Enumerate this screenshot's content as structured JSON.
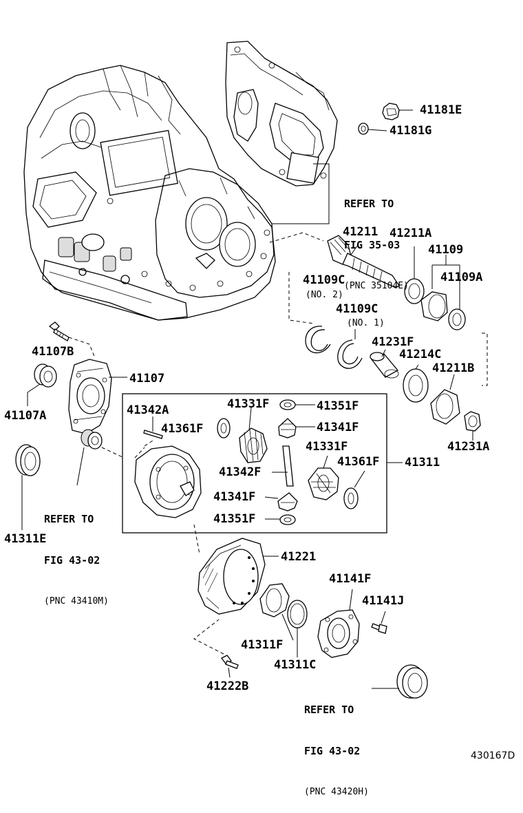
{
  "labels": {
    "p41181E": "41181E",
    "p41181G": "41181G",
    "p41211": "41211",
    "p41211A": "41211A",
    "p41109": "41109",
    "p41109A": "41109A",
    "p41109C_2": "41109C",
    "no2": "(NO. 2)",
    "p41109C_1": "41109C",
    "no1": "(NO. 1)",
    "p41231F": "41231F",
    "p41214C": "41214C",
    "p41211B": "41211B",
    "p41231A": "41231A",
    "p41107B": "41107B",
    "p41107": "41107",
    "p41107A": "41107A",
    "p41342A": "41342A",
    "p41331F_a": "41331F",
    "p41351F_a": "41351F",
    "p41361F_a": "41361F",
    "p41341F_a": "41341F",
    "p41331F_b": "41331F",
    "p41342F": "41342F",
    "p41361F_b": "41361F",
    "p41311": "41311",
    "p41341F_b": "41341F",
    "p41351F_b": "41351F",
    "p41311E": "41311E",
    "p41221": "41221",
    "p41141F": "41141F",
    "p41141J": "41141J",
    "p41311F": "41311F",
    "p41311C": "41311C",
    "p41222B": "41222B"
  },
  "refs": {
    "fig35": {
      "line1": "REFER TO",
      "line2": "FIG 35-03",
      "line3": "(PNC 35104E)"
    },
    "fig4302a": {
      "line1": "REFER TO",
      "line2": "FIG 43-02",
      "line3": "(PNC 43410M)"
    },
    "fig4302b": {
      "line1": "REFER TO",
      "line2": "FIG 43-02",
      "line3": "(PNC 43420H)"
    }
  },
  "figure_id": "430167D"
}
